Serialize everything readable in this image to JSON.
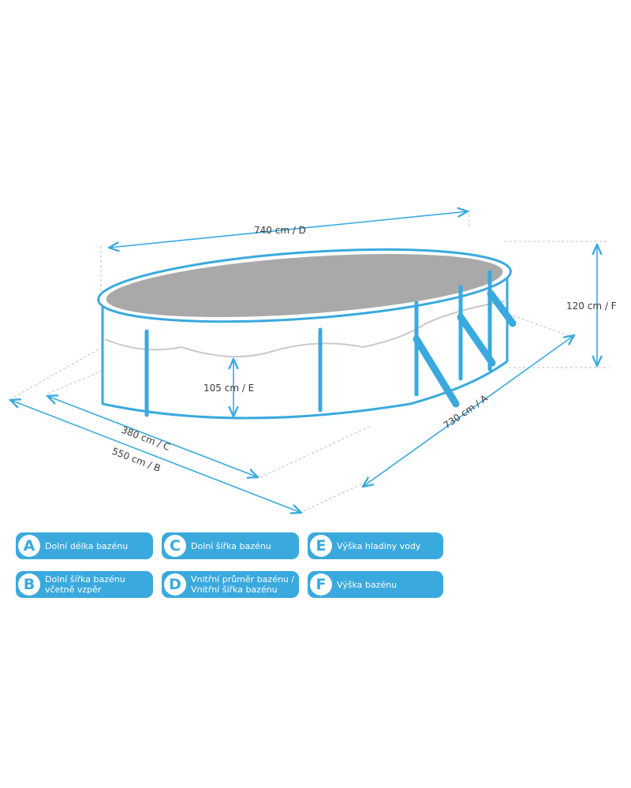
{
  "dimensions": {
    "d": "740 cm / D",
    "f": "120 cm / F",
    "e": "105 cm / E",
    "a": "730 cm / A",
    "c": "380 cm / C",
    "b": "550 cm / B"
  },
  "legend": [
    {
      "letter": "A",
      "text": "Dolní délka bazénu"
    },
    {
      "letter": "C",
      "text": "Dolní šířka bazénu"
    },
    {
      "letter": "E",
      "text": "Výška hladiny vody"
    },
    {
      "letter": "B",
      "text": "Dolní šířka bazénu\nvčetně vzpěr"
    },
    {
      "letter": "D",
      "text": "Vnitřní průměr bazénu /\nVnitřní šířka bazénu"
    },
    {
      "letter": "F",
      "text": "Výška bazénu"
    }
  ],
  "colors": {
    "accent": "#3aa9de",
    "pool_floor": "#a9a9a9"
  }
}
